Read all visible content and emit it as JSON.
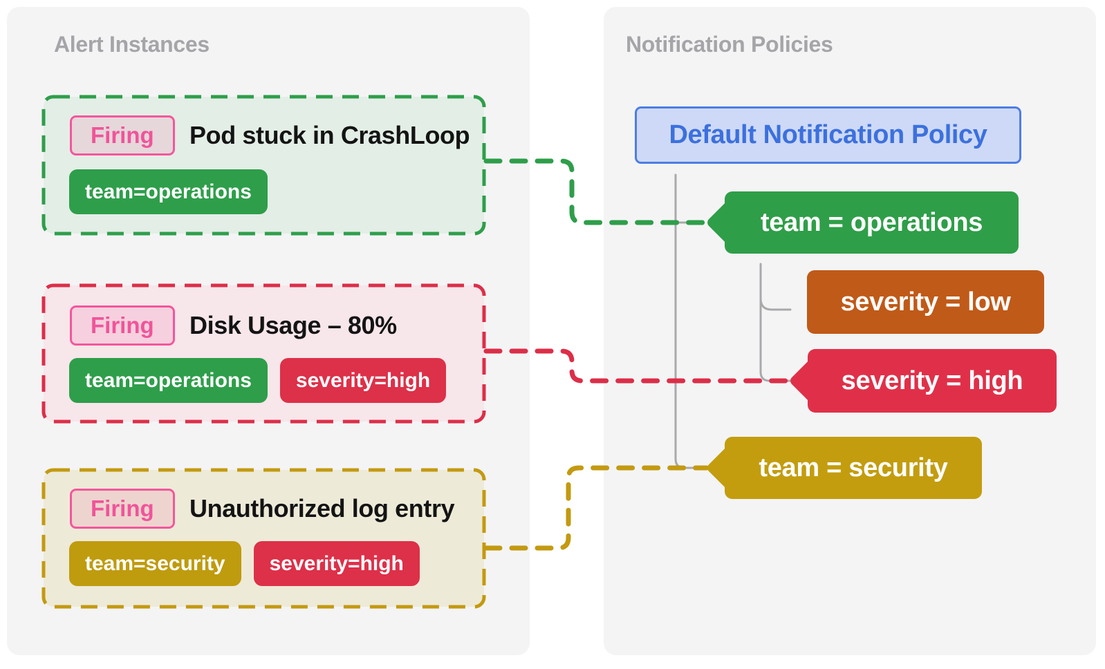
{
  "left_panel": {
    "title": "Alert Instances",
    "cards": [
      {
        "badge": "Firing",
        "title": "Pod stuck in CrashLoop",
        "accent_color": "#2e9e4a",
        "labels": [
          {
            "text": "team=operations",
            "color": "#2e9e4a"
          }
        ]
      },
      {
        "badge": "Firing",
        "title": "Disk Usage – 80%",
        "accent_color": "#dc2e48",
        "labels": [
          {
            "text": "team=operations",
            "color": "#2e9e4a"
          },
          {
            "text": "severity=high",
            "color": "#dd3049"
          }
        ]
      },
      {
        "badge": "Firing",
        "title": "Unauthorized log entry",
        "accent_color": "#c39a10",
        "labels": [
          {
            "text": "team=security",
            "color": "#bf9b0e"
          },
          {
            "text": "severity=high",
            "color": "#dd3049"
          }
        ]
      }
    ]
  },
  "right_panel": {
    "title": "Notification Policies",
    "policy_box": {
      "label": "Default Notification Policy",
      "background": "#cdd9f6",
      "border_color": "#4d7de2",
      "text_color": "#3c70de"
    },
    "matchers": [
      {
        "label": "team = operations",
        "color": "#2f9e48"
      },
      {
        "label": "severity = low",
        "color": "#c05a18"
      },
      {
        "label": "severity = high",
        "color": "#e03049"
      },
      {
        "label": "team = security",
        "color": "#c39d0e"
      }
    ]
  },
  "connections": [
    {
      "from_alert": "Pod stuck in CrashLoop",
      "to_matcher": "team = operations",
      "color": "#2e9e4a"
    },
    {
      "from_alert": "Disk Usage – 80%",
      "to_matcher": "severity = high",
      "color": "#dc2e48"
    },
    {
      "from_alert": "Unauthorized log entry",
      "to_matcher": "team = security",
      "color": "#c39a10"
    }
  ],
  "colors": {
    "panel_background": "#f4f4f5",
    "panel_title": "#a5a5a9",
    "firing_pink": "#f4569c",
    "tree_line_gray": "#a9a9ab"
  }
}
